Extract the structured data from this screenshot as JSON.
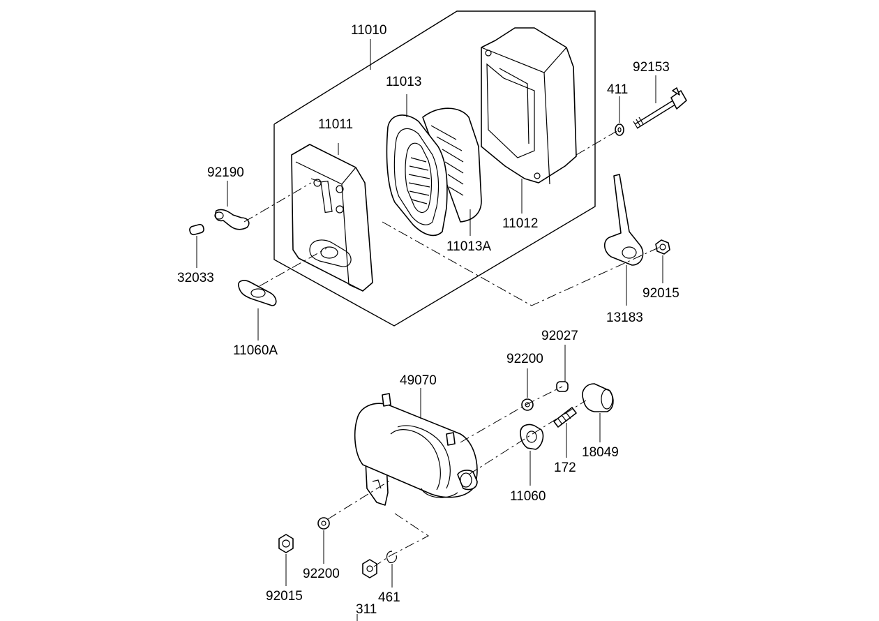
{
  "diagram": {
    "labels": {
      "p11010": "11010",
      "p11013": "11013",
      "p11011": "11011",
      "p92190": "92190",
      "p32033": "32033",
      "p11060A": "11060A",
      "p11013A": "11013A",
      "p11012": "11012",
      "p411": "411",
      "p92153": "92153",
      "p92015_top": "92015",
      "p13183": "13183",
      "p92027": "92027",
      "p92200_top": "92200",
      "p49070": "49070",
      "p18049": "18049",
      "p172": "172",
      "p11060": "11060",
      "p92015_bottom": "92015",
      "p92200_bottom": "92200",
      "p311": "311",
      "p461": "461"
    }
  }
}
